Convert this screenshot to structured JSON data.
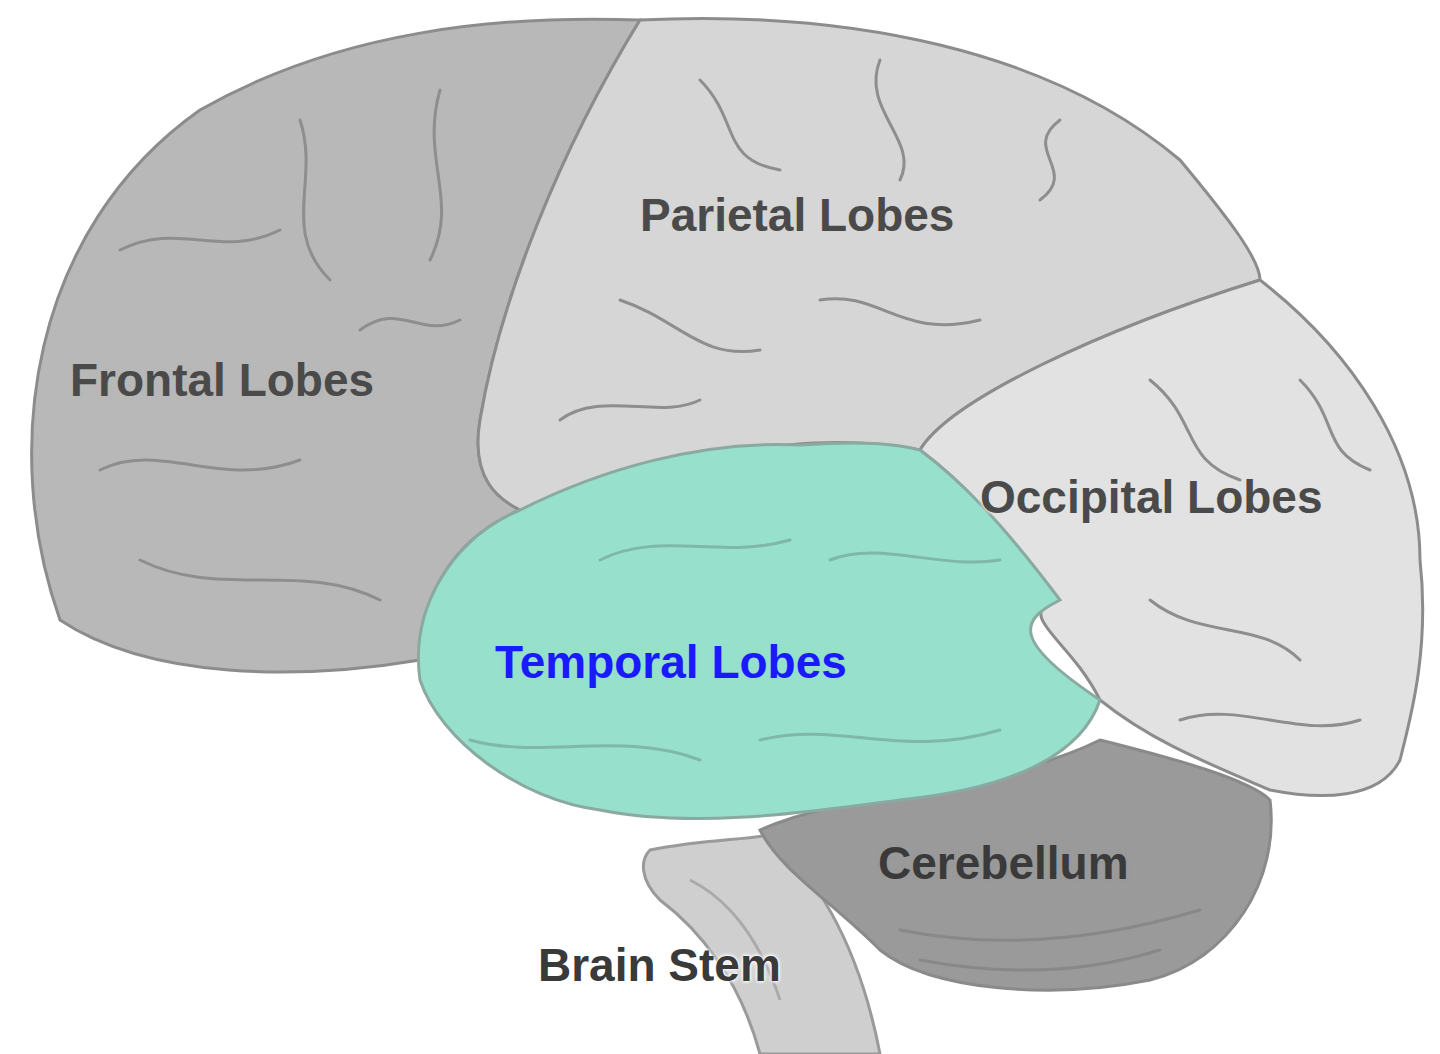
{
  "diagram": {
    "labels": [
      "Parietal Lobes",
      "Frontal Lobes",
      "Occipital Lobes",
      "Temporal Lobes",
      "Cerebellum",
      "Brain Stem"
    ]
  }
}
